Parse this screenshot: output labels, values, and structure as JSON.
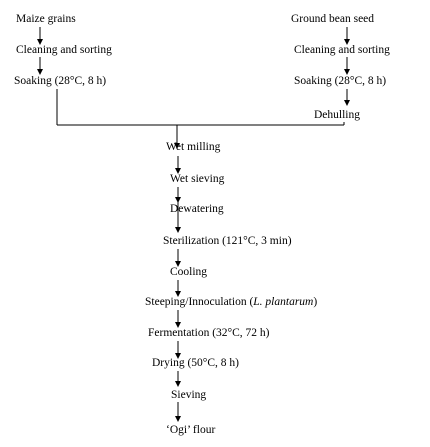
{
  "diagram": {
    "maize": {
      "grains": "Maize grains",
      "cleaning": "Cleaning and sorting",
      "soaking": "Soaking (28°C, 8 h)"
    },
    "bean": {
      "seed": "Ground bean seed",
      "cleaning": "Cleaning and sorting",
      "soaking": "Soaking (28°C, 8 h)",
      "dehulling": "Dehulling"
    },
    "process": {
      "wet_milling": "Wet milling",
      "wet_sieving": "Wet sieving",
      "dewatering": "Dewatering",
      "sterilization": "Sterilization (121°C, 3 min)",
      "cooling": "Cooling",
      "steeping_prefix": "Steeping/Innoculation (",
      "steeping_organism": "L. plantarum",
      "steeping_suffix": ")",
      "fermentation": "Fermentation (32°C, 72 h)",
      "drying": "Drying (50°C, 8 h)",
      "sieving": "Sieving",
      "final_product": "‘Ogi’ flour"
    }
  }
}
